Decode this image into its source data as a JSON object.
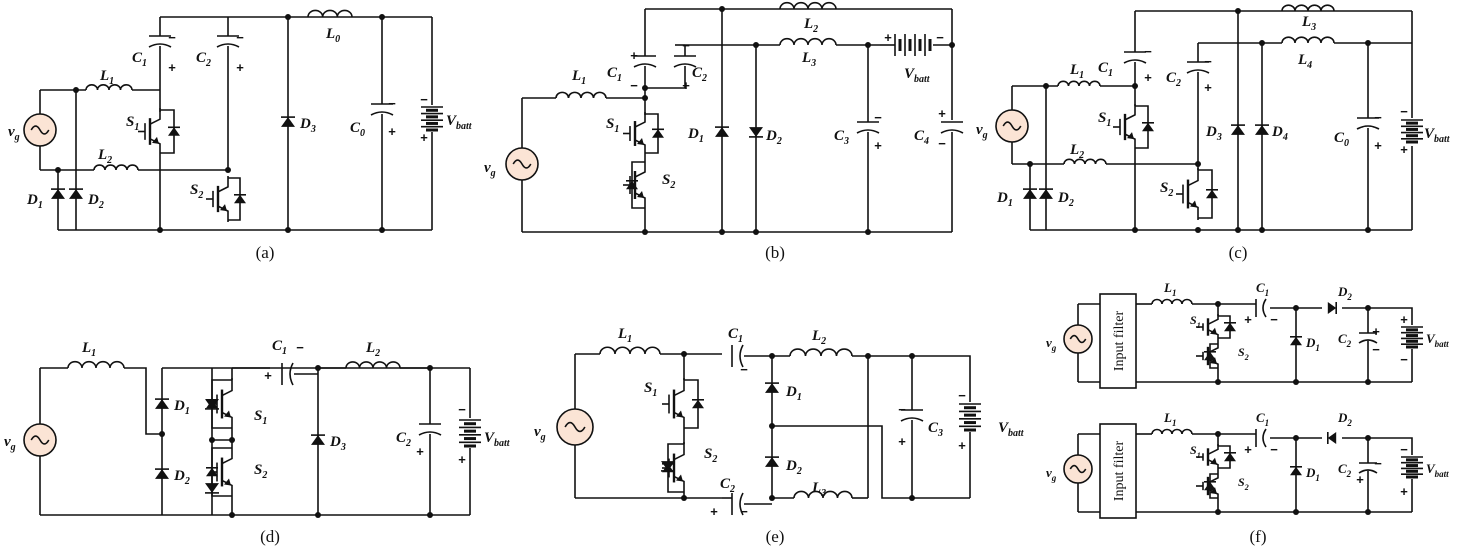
{
  "captions": [
    "(a)",
    "(b)",
    "(c)",
    "(d)",
    "(e)",
    "(f)"
  ],
  "labels": {
    "vg": "v",
    "vg_sub": "g",
    "vbatt": "V",
    "vbatt_sub": "batt",
    "L0": "L",
    "L0_sub": "0",
    "L1": "L",
    "L1_sub": "1",
    "L2": "L",
    "L2_sub": "2",
    "L3": "L",
    "L3_sub": "3",
    "L4": "L",
    "L4_sub": "4",
    "C0": "C",
    "C0_sub": "0",
    "C1": "C",
    "C1_sub": "1",
    "C2": "C",
    "C2_sub": "2",
    "C3": "C",
    "C3_sub": "3",
    "C4": "C",
    "C4_sub": "4",
    "D1": "D",
    "D1_sub": "1",
    "D2": "D",
    "D2_sub": "2",
    "D3": "D",
    "D3_sub": "3",
    "D4": "D",
    "D4_sub": "4",
    "S1": "S",
    "S1_sub": "1",
    "S2": "S",
    "S2_sub": "2",
    "plus": "+",
    "minus": "−",
    "input_filter": "Input filter"
  },
  "colors": {
    "source_fill": "#fbe4d5",
    "wire": "#111111"
  }
}
